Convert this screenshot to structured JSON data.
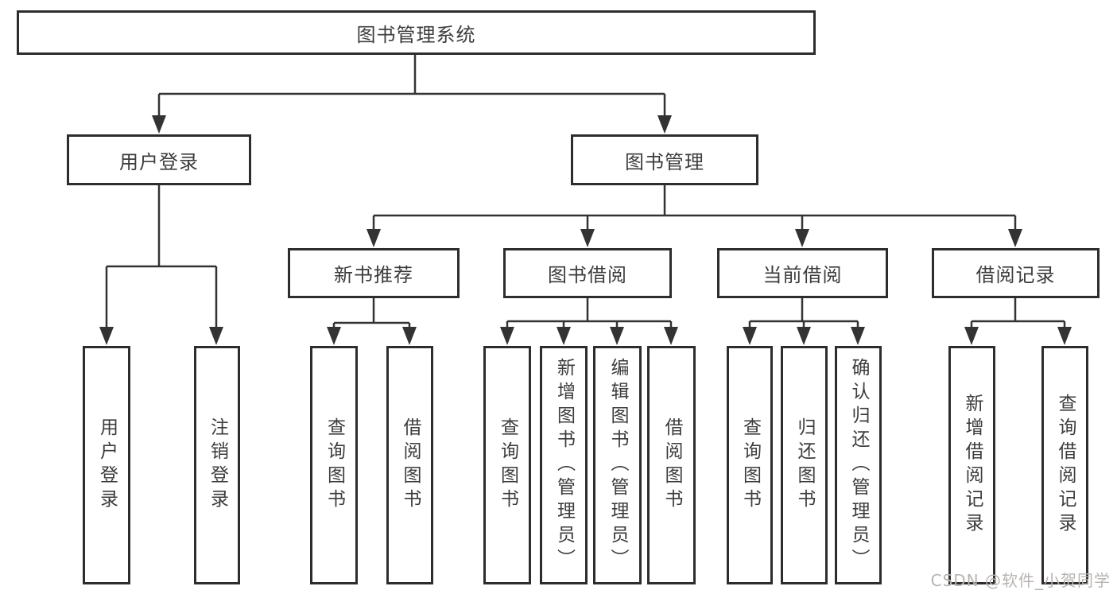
{
  "diagram": {
    "title": "图书管理系统",
    "type": "function-structure-tree",
    "root": {
      "label": "图书管理系统"
    },
    "level2": [
      {
        "id": "user-login",
        "label": "用户登录",
        "parent": "图书管理系统"
      },
      {
        "id": "book-management",
        "label": "图书管理",
        "parent": "图书管理系统"
      }
    ],
    "level3": [
      {
        "id": "new-book-recommend",
        "label": "新书推荐",
        "parent": "图书管理"
      },
      {
        "id": "book-borrow",
        "label": "图书借阅",
        "parent": "图书管理"
      },
      {
        "id": "current-borrow",
        "label": "当前借阅",
        "parent": "图书管理"
      },
      {
        "id": "borrow-records",
        "label": "借阅记录",
        "parent": "图书管理"
      }
    ],
    "leaves": [
      {
        "label": "用户登录",
        "parent": "用户登录"
      },
      {
        "label": "注销登录",
        "parent": "用户登录"
      },
      {
        "label": "查询图书",
        "parent": "新书推荐"
      },
      {
        "label": "借阅图书",
        "parent": "新书推荐"
      },
      {
        "label": "查询图书",
        "parent": "图书借阅"
      },
      {
        "label": "新增图书（管理员）",
        "parent": "图书借阅"
      },
      {
        "label": "编辑图书（管理员）",
        "parent": "图书借阅"
      },
      {
        "label": "借阅图书",
        "parent": "图书借阅"
      },
      {
        "label": "查询图书",
        "parent": "当前借阅"
      },
      {
        "label": "归还图书",
        "parent": "当前借阅"
      },
      {
        "label": "确认归还（管理员）",
        "parent": "当前借阅"
      },
      {
        "label": "新增借阅记录",
        "parent": "借阅记录"
      },
      {
        "label": "查询借阅记录",
        "parent": "借阅记录"
      }
    ]
  },
  "watermark": {
    "text": "CSDN @软件_小贺同学"
  },
  "colors": {
    "background": "#ffffff",
    "box_fill": "#ffffff",
    "box_border": "#2d2d2d",
    "line": "#333333",
    "text": "#3c3c3c",
    "watermark": "#b8b3b1"
  }
}
